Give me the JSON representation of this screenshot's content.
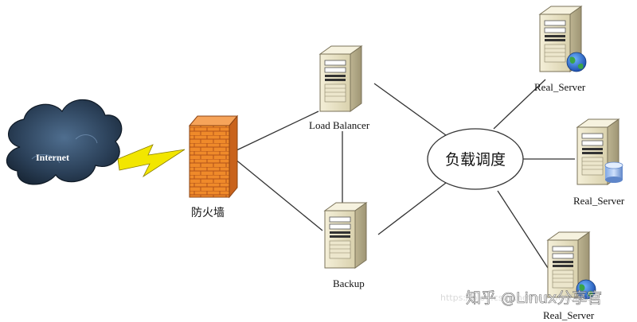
{
  "diagram": {
    "internet_label": "Internet",
    "firewall_label": "防火墙",
    "load_balancer_label": "Load Balancer",
    "backup_label": "Backup",
    "hub_label": "负载调度",
    "real_servers": [
      {
        "label": "Real_Server",
        "badge": "globe-icon"
      },
      {
        "label": "Real_Server",
        "badge": "database-icon"
      },
      {
        "label": "Real_Server",
        "badge": "globe-icon"
      }
    ]
  },
  "watermark": {
    "main": "知乎 @Linux分享官",
    "url": "https://blog.csdn.net/m0_50662680"
  },
  "colors": {
    "cloud": "#2a3f57",
    "firewall": "#e8781f",
    "lightning": "#f2e600",
    "server_body": "#e7e1c3",
    "line": "#333333"
  }
}
